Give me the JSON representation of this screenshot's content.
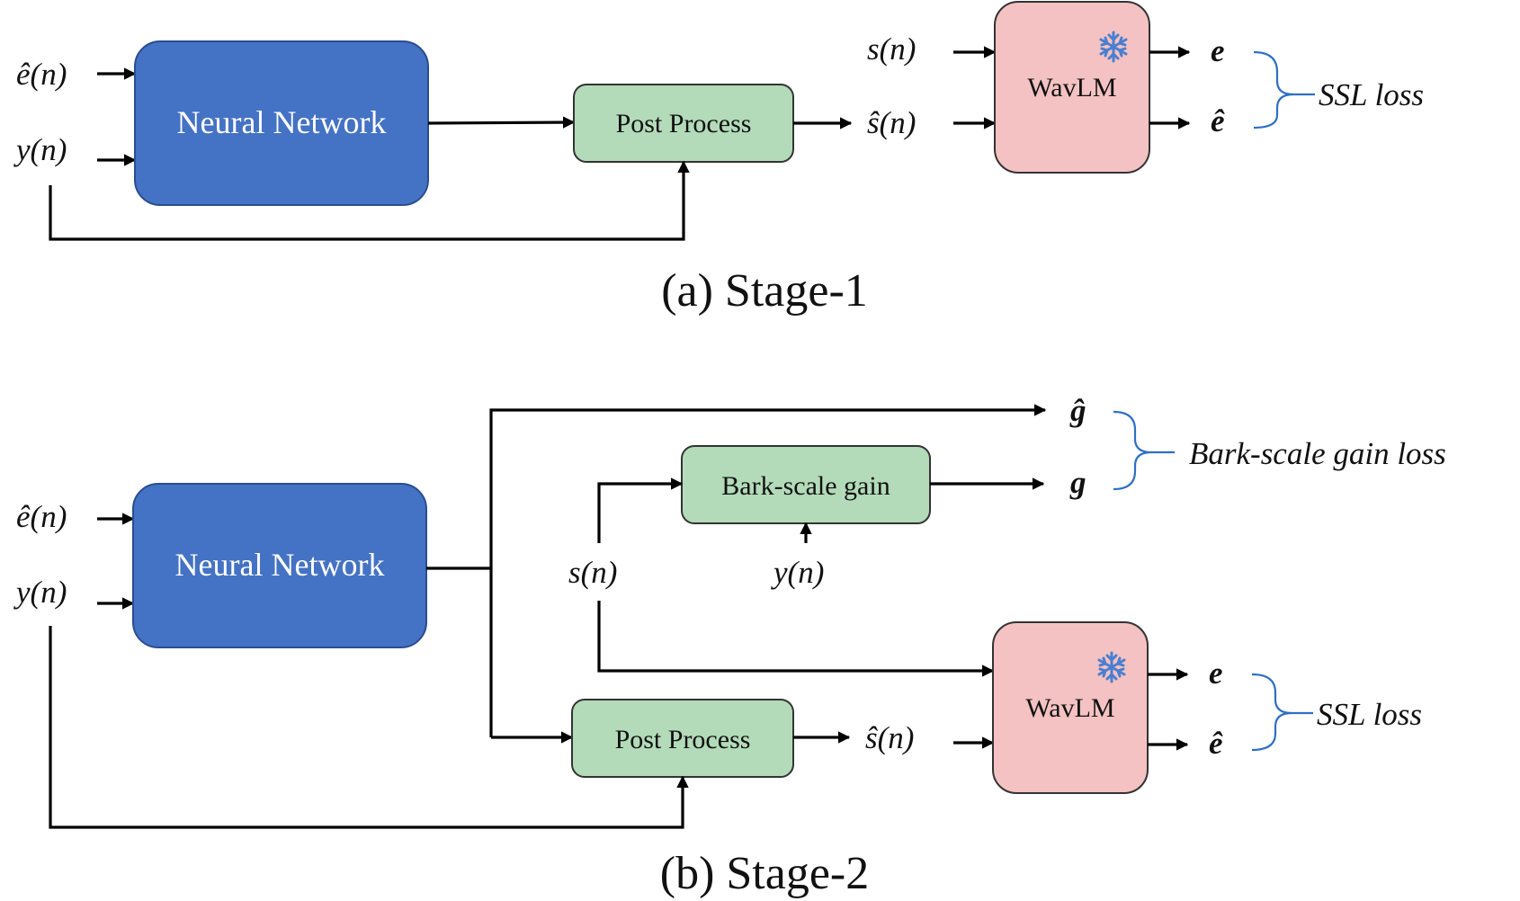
{
  "stage1": {
    "caption": "(a) Stage-1",
    "inputs": {
      "e_hat": "ê(n)",
      "y": "y(n)"
    },
    "neural_network": "Neural Network",
    "post_process": "Post Process",
    "wavlm": "WavLM",
    "wavlm_inputs": {
      "s": "s(n)",
      "s_hat": "ŝ(n)"
    },
    "outputs": {
      "e": "e",
      "e_hat": "ê"
    },
    "loss": "SSL loss"
  },
  "stage2": {
    "caption": "(b) Stage-2",
    "inputs": {
      "e_hat": "ê(n)",
      "y": "y(n)"
    },
    "neural_network": "Neural Network",
    "bark_gain": "Bark-scale gain",
    "bark_inputs": {
      "s": "s(n)",
      "y": "y(n)"
    },
    "gain_outputs": {
      "g_hat": "ĝ",
      "g": "g"
    },
    "gain_loss": "Bark-scale gain loss",
    "post_process": "Post Process",
    "s_hat": "ŝ(n)",
    "wavlm": "WavLM",
    "outputs": {
      "e": "e",
      "e_hat": "ê"
    },
    "loss": "SSL loss"
  },
  "colors": {
    "neural_network": "#4472c4",
    "green_box": "#b3dbb9",
    "wavlm_box": "#f4c2c2",
    "brace": "#2f6fc4",
    "snowflake": "#4a7fd0"
  },
  "icons": {
    "frozen": "snowflake-icon"
  }
}
